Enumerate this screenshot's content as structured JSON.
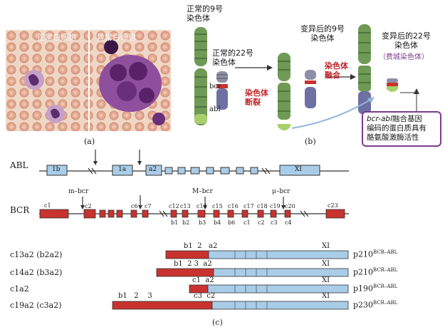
{
  "panel_a": {
    "left_label": "正常白细胞",
    "right_label": "异常白细胞",
    "caption": "(a)"
  },
  "panel_b": {
    "normal_chr9": "正常的9号\n染色体",
    "normal_chr22": "正常的22号\n染色体",
    "bcr": "bcr",
    "abl": "abl",
    "break_label": "染色体\n断裂",
    "fusion_label": "染色体\n融合",
    "mutated_chr9": "变异后的9号\n染色体",
    "mutated_chr22": "变异后的22号\n染色体",
    "philadelphia": "（费城染色体）",
    "callout_gene": "bcr-abl",
    "callout_text": "融合基因\n编码的蛋白质具有\n酪氨酸激酶活性",
    "caption": "(b)"
  },
  "panel_c": {
    "abl_label": "ABL",
    "abl_exons": [
      "1b",
      "1a",
      "a2",
      "XI"
    ],
    "bcr_label": "BCR",
    "bcr_regions": [
      "m–bcr",
      "M–bcr",
      "μ–bcr"
    ],
    "bcr_exons": [
      "c1",
      "c2",
      "c6",
      "c7",
      "c12",
      "c13",
      "c14",
      "c15",
      "c16",
      "c17",
      "c18",
      "c19",
      "c20",
      "c23"
    ],
    "bcr_sub": [
      "b1",
      "b2",
      "b3",
      "b4",
      "b6",
      "c1",
      "c2",
      "c3",
      "c4"
    ],
    "transcripts": [
      {
        "name": "c13a2 (b2a2)",
        "top": "b1  2   a2",
        "end": "XI",
        "protein": "p210",
        "sup": "BCR–ABL"
      },
      {
        "name": "c14a2 (b3a2)",
        "top": "b1  2 3  a2",
        "end": "XI",
        "protein": "p210",
        "sup": "BCR–ABL"
      },
      {
        "name": "c1a2",
        "top": "c1  a2",
        "end": "XI",
        "protein": "p190",
        "sup": "BCR–ABL"
      },
      {
        "name": "c19a2 (c3a2)",
        "top": "b1   2    3",
        "sub": "c3  c2",
        "end": "XI",
        "protein": "p230",
        "sup": "BCR–ABL"
      }
    ],
    "caption": "(c)"
  },
  "colors": {
    "bcr_red": "#c8332f",
    "abl_blue": "#a9cde8",
    "chromosome_green": "#6f9a55",
    "purple": "#7a3d8f"
  }
}
